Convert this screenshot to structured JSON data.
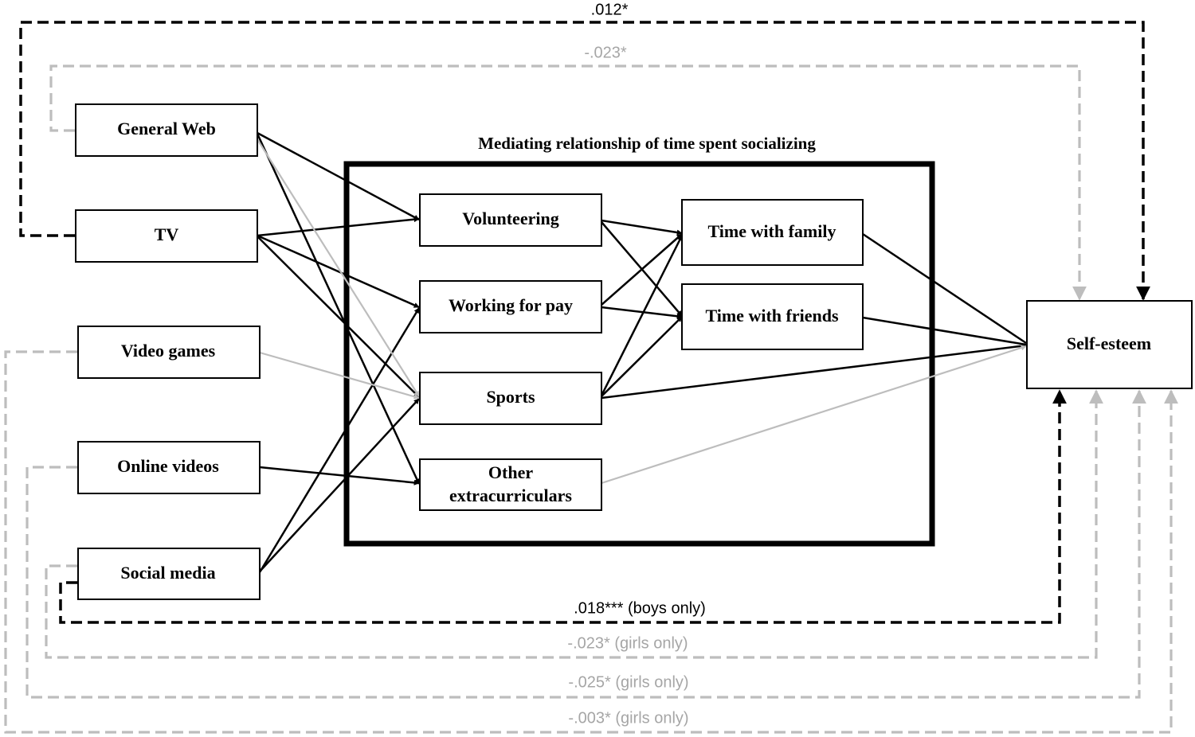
{
  "diagram": {
    "frame_title": "Mediating relationship  of time spent socializing",
    "nodes": {
      "general_web": "General Web",
      "tv": "TV",
      "video_games": "Video games",
      "online_videos": "Online videos",
      "social_media": "Social media",
      "volunteering": "Volunteering",
      "working_for_pay": "Working  for pay",
      "sports": "Sports",
      "other_extracurriculars_line1": "Other",
      "other_extracurriculars_line2": "extracurriculars",
      "time_with_family": "Time with family",
      "time_with_friends": "Time with friends",
      "self_esteem": "Self-esteem"
    },
    "coefficients": {
      "tv_self_esteem": ".012*",
      "general_web_self_esteem": "-.023*",
      "social_media_boys": ".018*** (boys only)",
      "social_media_girls": "-.023* (girls only)",
      "online_videos_girls": "-.025* (girls only)",
      "video_games_girls": "-.003* (girls only)"
    },
    "colors": {
      "significant_path": "#000000",
      "nonsignificant_path": "#bdbdbd",
      "gray_label": "#a6a6a6"
    }
  }
}
